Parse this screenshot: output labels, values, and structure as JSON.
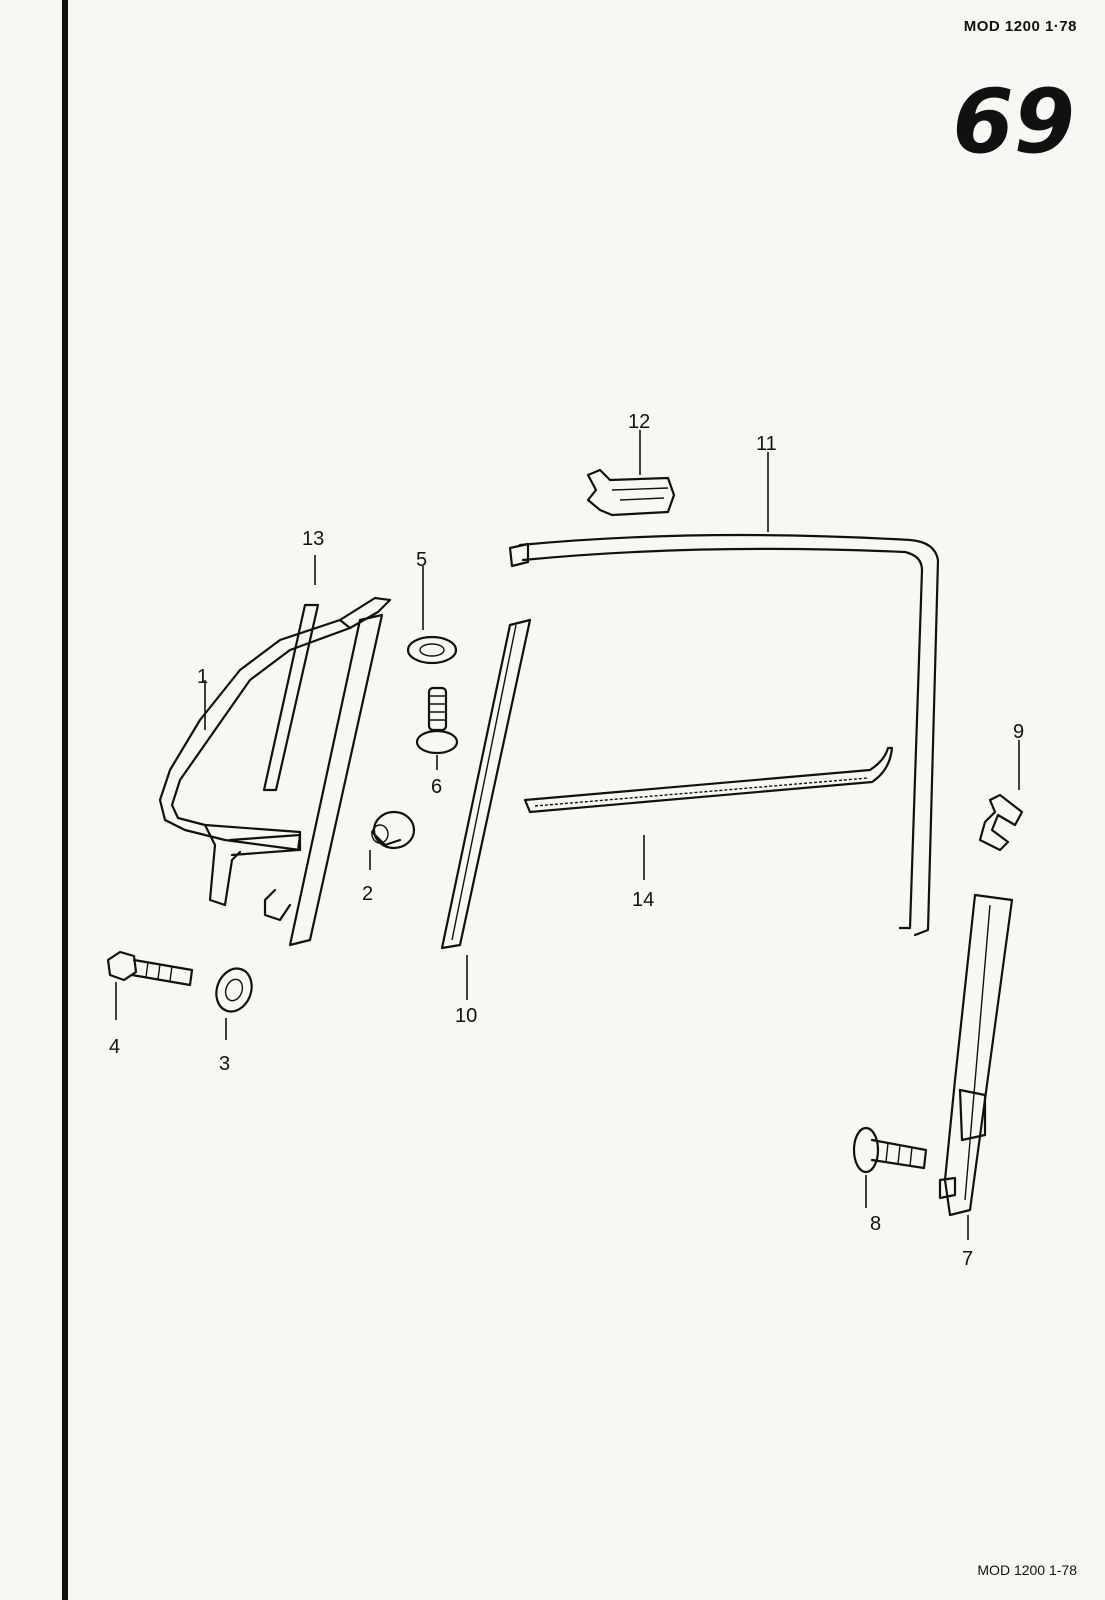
{
  "header": {
    "model_ref_top": "MOD 1200  1·78",
    "page_number": "69",
    "model_ref_bottom": "MOD 1200  1-78"
  },
  "callouts": {
    "c1": "1",
    "c2": "2",
    "c3": "3",
    "c4": "4",
    "c5": "5",
    "c6": "6",
    "c7": "7",
    "c8": "8",
    "c9": "9",
    "c10": "10",
    "c11": "11",
    "c12": "12",
    "c13": "13",
    "c14": "14"
  }
}
